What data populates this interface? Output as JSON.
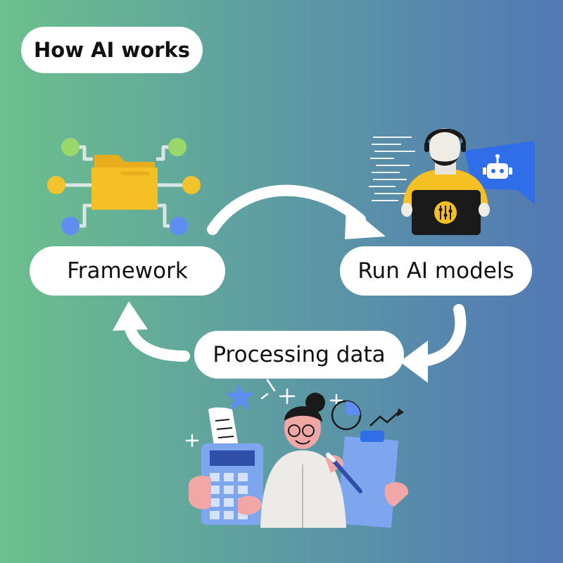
{
  "title": "How AI works",
  "nodes": {
    "framework": "Framework",
    "run_models": "Run AI models",
    "processing": "Processing data"
  },
  "colors": {
    "gradient_left": "#6cc08d",
    "gradient_right": "#5278b5",
    "pill": "#ffffff",
    "arrow": "#ffffff",
    "folder": "#f5c026",
    "circuit_green": "#9ad86b",
    "circuit_yellow": "#f3c32e",
    "circuit_blue": "#5f8ef0",
    "shirt_yellow": "#f5c024",
    "chat_blue": "#2f6ee8",
    "clipboard_blue": "#7ea6ef",
    "skin": "#f2a7a7"
  },
  "icons": [
    "folder-network-icon",
    "developer-laptop-icon",
    "robot-chat-icon",
    "data-analyst-illustration"
  ]
}
